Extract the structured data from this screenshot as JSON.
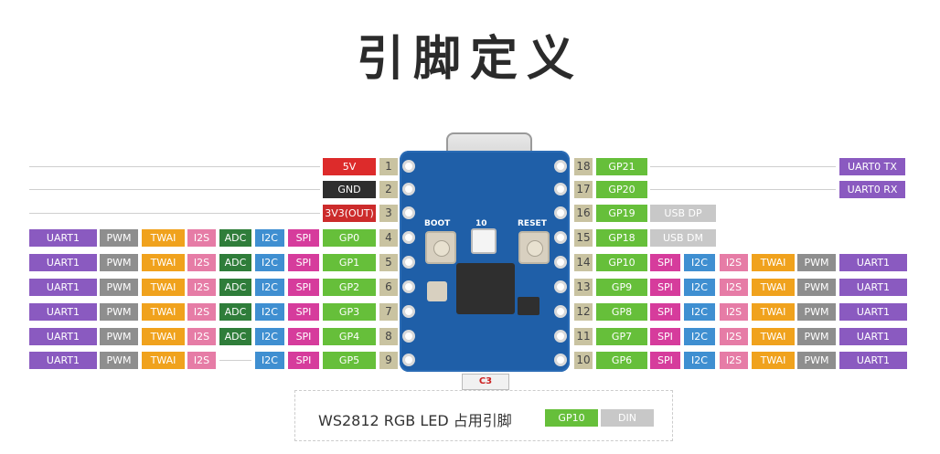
{
  "title": "引脚定义",
  "colors": {
    "UART": "#8a5ac0",
    "PWM": "#8e8e8e",
    "TWAI": "#f0a21d",
    "I2S": "#e67ca6",
    "ADC": "#2f7d3a",
    "I2C": "#3f8fd1",
    "SPI": "#d63c9c",
    "GP": "#66bf3a",
    "5V": "#dd2b2b",
    "GND": "#2e2e2e",
    "3V3": "#cc2b2b",
    "USB": "#c8c8c8",
    "DIN": "#c8c8c8"
  },
  "left_pins": [
    {
      "num": "1",
      "gpio": "5V",
      "gpio_type": "5V",
      "funcs": []
    },
    {
      "num": "2",
      "gpio": "GND",
      "gpio_type": "GND",
      "funcs": []
    },
    {
      "num": "3",
      "gpio": "3V3(OUT)",
      "gpio_type": "3V3",
      "funcs": []
    },
    {
      "num": "4",
      "gpio": "GP0",
      "gpio_type": "GP",
      "funcs": [
        "UART1",
        "PWM",
        "TWAI",
        "I2S",
        "ADC",
        "I2C",
        "SPI"
      ]
    },
    {
      "num": "5",
      "gpio": "GP1",
      "gpio_type": "GP",
      "funcs": [
        "UART1",
        "PWM",
        "TWAI",
        "I2S",
        "ADC",
        "I2C",
        "SPI"
      ]
    },
    {
      "num": "6",
      "gpio": "GP2",
      "gpio_type": "GP",
      "funcs": [
        "UART1",
        "PWM",
        "TWAI",
        "I2S",
        "ADC",
        "I2C",
        "SPI"
      ]
    },
    {
      "num": "7",
      "gpio": "GP3",
      "gpio_type": "GP",
      "funcs": [
        "UART1",
        "PWM",
        "TWAI",
        "I2S",
        "ADC",
        "I2C",
        "SPI"
      ]
    },
    {
      "num": "8",
      "gpio": "GP4",
      "gpio_type": "GP",
      "funcs": [
        "UART1",
        "PWM",
        "TWAI",
        "I2S",
        "ADC",
        "I2C",
        "SPI"
      ]
    },
    {
      "num": "9",
      "gpio": "GP5",
      "gpio_type": "GP",
      "funcs": [
        "UART1",
        "PWM",
        "TWAI",
        "I2S",
        "",
        "I2C",
        "SPI"
      ]
    }
  ],
  "right_pins": [
    {
      "num": "18",
      "gpio": "GP21",
      "extra": "",
      "far": "UART0 TX",
      "funcs": []
    },
    {
      "num": "17",
      "gpio": "GP20",
      "extra": "",
      "far": "UART0 RX",
      "funcs": []
    },
    {
      "num": "16",
      "gpio": "GP19",
      "extra": "USB DP",
      "far": "",
      "funcs": []
    },
    {
      "num": "15",
      "gpio": "GP18",
      "extra": "USB DM",
      "far": "",
      "funcs": []
    },
    {
      "num": "14",
      "gpio": "GP10",
      "extra": "",
      "far": "",
      "funcs": [
        "SPI",
        "I2C",
        "I2S",
        "TWAI",
        "PWM",
        "UART1"
      ]
    },
    {
      "num": "13",
      "gpio": "GP9",
      "extra": "",
      "far": "",
      "funcs": [
        "SPI",
        "I2C",
        "I2S",
        "TWAI",
        "PWM",
        "UART1"
      ]
    },
    {
      "num": "12",
      "gpio": "GP8",
      "extra": "",
      "far": "",
      "funcs": [
        "SPI",
        "I2C",
        "I2S",
        "TWAI",
        "PWM",
        "UART1"
      ]
    },
    {
      "num": "11",
      "gpio": "GP7",
      "extra": "",
      "far": "",
      "funcs": [
        "SPI",
        "I2C",
        "I2S",
        "TWAI",
        "PWM",
        "UART1"
      ]
    },
    {
      "num": "10",
      "gpio": "GP6",
      "extra": "",
      "far": "",
      "funcs": [
        "SPI",
        "I2C",
        "I2S",
        "TWAI",
        "PWM",
        "UART1"
      ]
    }
  ],
  "board": {
    "boot_label": "BOOT",
    "io_label": "10",
    "reset_label": "RESET",
    "chip_label": "C3"
  },
  "legend": {
    "text": "WS2812 RGB LED 占用引脚",
    "gpio": "GP10",
    "signal": "DIN"
  }
}
